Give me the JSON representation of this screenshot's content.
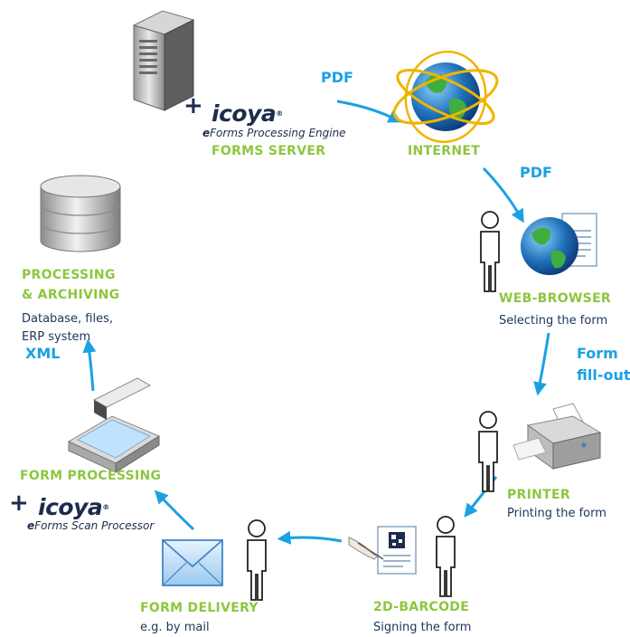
{
  "arrow_color": "#1ba1e2",
  "label_color_green": "#8dc63f",
  "text_color_dark": "#1c3557",
  "forms_server": {
    "plus": "+",
    "logo": "icoya",
    "logo_mark": "®",
    "engine_prefix": "e",
    "engine_rest": "Forms Processing Engine",
    "label": "FORMS SERVER"
  },
  "pdf_label_1": "PDF",
  "internet": {
    "label": "INTERNET"
  },
  "pdf_label_2": "PDF",
  "web_browser": {
    "label": "WEB-BROWSER",
    "desc": "Selecting the form"
  },
  "form_fillout": {
    "line1": "Form",
    "line2": "fill-out"
  },
  "printer": {
    "label": "PRINTER",
    "desc": "Printing the form"
  },
  "barcode": {
    "label": "2D-BARCODE",
    "desc": "Signing the form"
  },
  "form_delivery": {
    "label": "FORM DELIVERY",
    "desc": "e.g. by mail"
  },
  "form_processing": {
    "label": "FORM PROCESSING",
    "plus": "+",
    "logo": "icoya",
    "logo_mark": "®",
    "engine_prefix": "e",
    "engine_rest": "Forms Scan Processor"
  },
  "xml_label": "XML",
  "processing": {
    "label_line1": "PROCESSING",
    "label_line2": "& ARCHIVING",
    "desc_line1": "Database, files,",
    "desc_line2": "ERP system"
  }
}
